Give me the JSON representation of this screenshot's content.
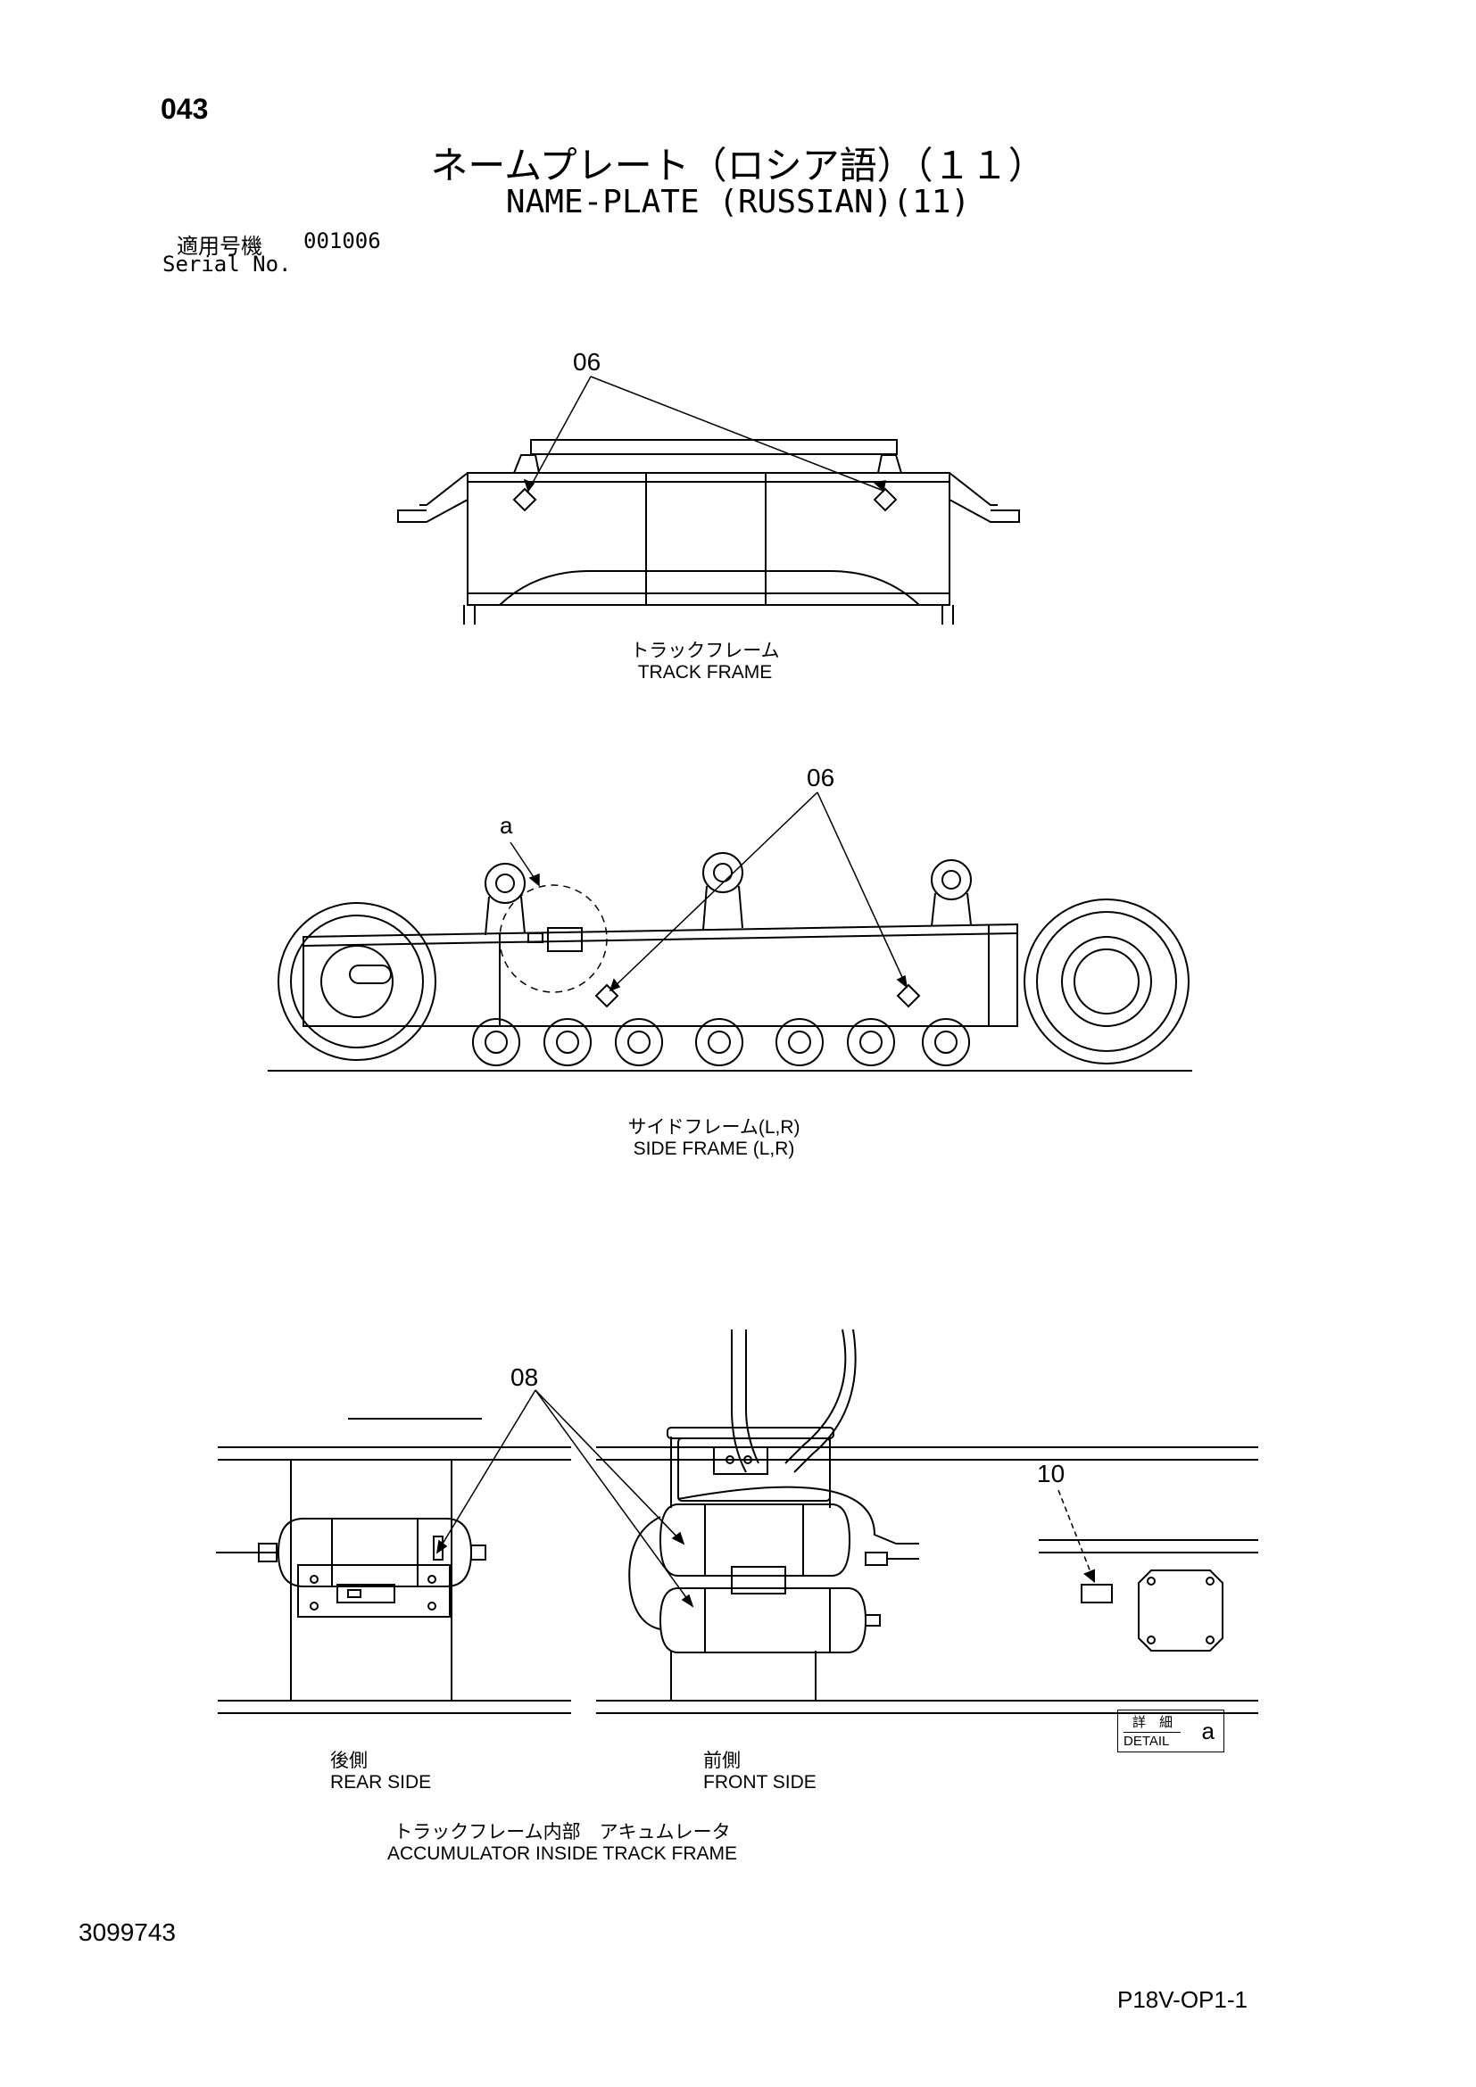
{
  "header": {
    "page_no": "043",
    "title_jp": "ネームプレート（ロシア語）（１１）",
    "title_en": "NAME-PLATE (RUSSIAN)(11)",
    "serial_label_jp": "適用号機",
    "serial_value": "001006",
    "serial_label_en": "Serial No."
  },
  "views": {
    "track_frame": {
      "caption_jp": "トラックフレーム",
      "caption_en": "TRACK FRAME",
      "callout": "06"
    },
    "side_frame": {
      "caption_jp": "サイドフレーム(L,R)",
      "caption_en": "SIDE FRAME (L,R)",
      "callout": "06",
      "detail_ref": "a"
    },
    "rear_side": {
      "caption_jp": "後側",
      "caption_en": "REAR SIDE"
    },
    "front_side": {
      "caption_jp": "前側",
      "caption_en": "FRONT SIDE"
    },
    "accumulator": {
      "caption_jp": "トラックフレーム内部　アキュムレータ",
      "caption_en": "ACCUMULATOR INSIDE TRACK FRAME",
      "callout": "08"
    },
    "detail": {
      "callout": "10",
      "label_jp": "詳　細",
      "label_en": "DETAIL",
      "letter": "a"
    }
  },
  "footer": {
    "part_no": "3099743",
    "sheet_ref": "P18V-OP1-1"
  }
}
